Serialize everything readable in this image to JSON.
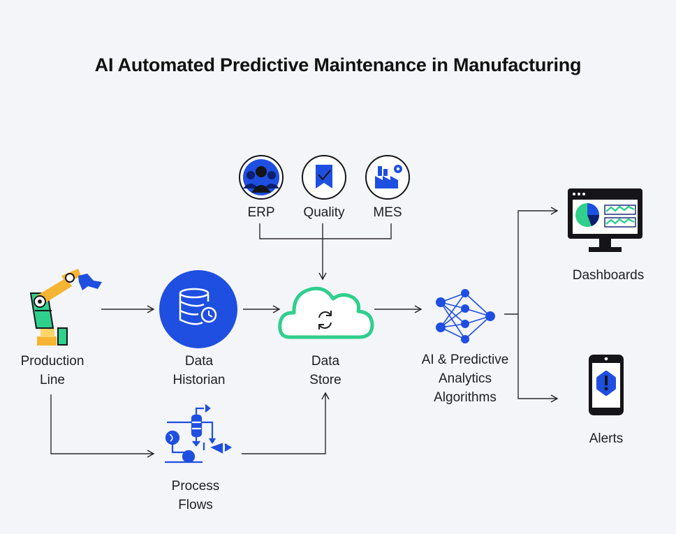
{
  "title": "AI Automated Predictive Maintenance in Manufacturing",
  "nodes": {
    "production_line": [
      "Production",
      "Line"
    ],
    "data_historian": [
      "Data",
      "Historian"
    ],
    "data_store": [
      "Data",
      "Store"
    ],
    "ai_analytics": [
      "AI & Predictive",
      "Analytics",
      "Algorithms"
    ],
    "process_flows": [
      "Process",
      "Flows"
    ],
    "erp": "ERP",
    "quality": "Quality",
    "mes": "MES",
    "dashboards": "Dashboards",
    "alerts": "Alerts"
  },
  "colors": {
    "primary_blue": "#1f4fe0",
    "accent_green": "#2fcf8c",
    "accent_yellow": "#f5b431",
    "dark": "#151519"
  }
}
